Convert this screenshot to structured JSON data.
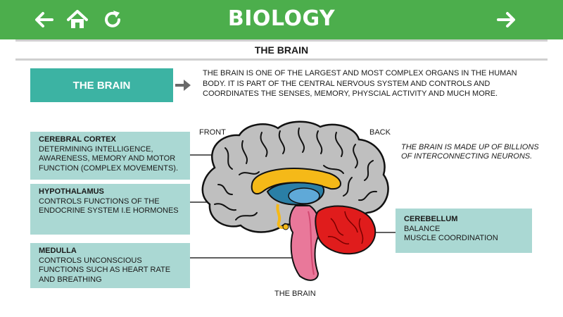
{
  "header": {
    "title": "BIOLOGY",
    "back_icon": "back-arrow-icon",
    "home_icon": "home-icon",
    "refresh_icon": "refresh-icon",
    "next_icon": "forward-arrow-icon",
    "bar_color": "#4cae4c"
  },
  "subheader": {
    "title": "THE BRAIN"
  },
  "intro": {
    "button_label": "THE BRAIN",
    "text": "THE BRAIN IS ONE OF THE LARGEST AND MOST COMPLEX ORGANS IN THE HUMAN BODY. IT IS PART OF THE CENTRAL NERVOUS SYSTEM AND CONTROLS AND COORDINATES THE SENSES, MEMORY, PHYSCIAL ACTIVITY AND MUCH MORE."
  },
  "diagram": {
    "front_label": "FRONT",
    "back_label": "BACK",
    "caption": "THE BRAIN",
    "note": "THE BRAIN IS MADE UP OF BILLIONS OF INTERCONNECTING NEURONS.",
    "parts": {
      "cortex": {
        "title": "CEREBRAL CORTEX",
        "desc": "DETERMINING INTELLIGENCE, AWARENESS, MEMORY AND MOTOR FUNCTION (COMPLEX MOVEMENTS)."
      },
      "hypothalamus": {
        "title": "HYPOTHALAMUS",
        "desc": "CONTROLS FUNCTIONS OF THE ENDOCRINE SYSTEM  I.E  HORMONES"
      },
      "medulla": {
        "title": "MEDULLA",
        "desc": "CONTROLS UNCONSCIOUS FUNCTIONS SUCH AS HEART RATE AND BREATHING"
      },
      "cerebellum": {
        "title": "CEREBELLUM",
        "line1": "BALANCE",
        "line2": "MUSCLE COORDINATION"
      }
    },
    "colors": {
      "card": "#aad8d3",
      "button": "#3cb3a3",
      "cortex": "#bfbfbf",
      "cerebellum": "#e01c1c",
      "brainstem": "#e9789a",
      "corpus": "#f5b918",
      "thalamus": "#2a7fa6"
    }
  }
}
